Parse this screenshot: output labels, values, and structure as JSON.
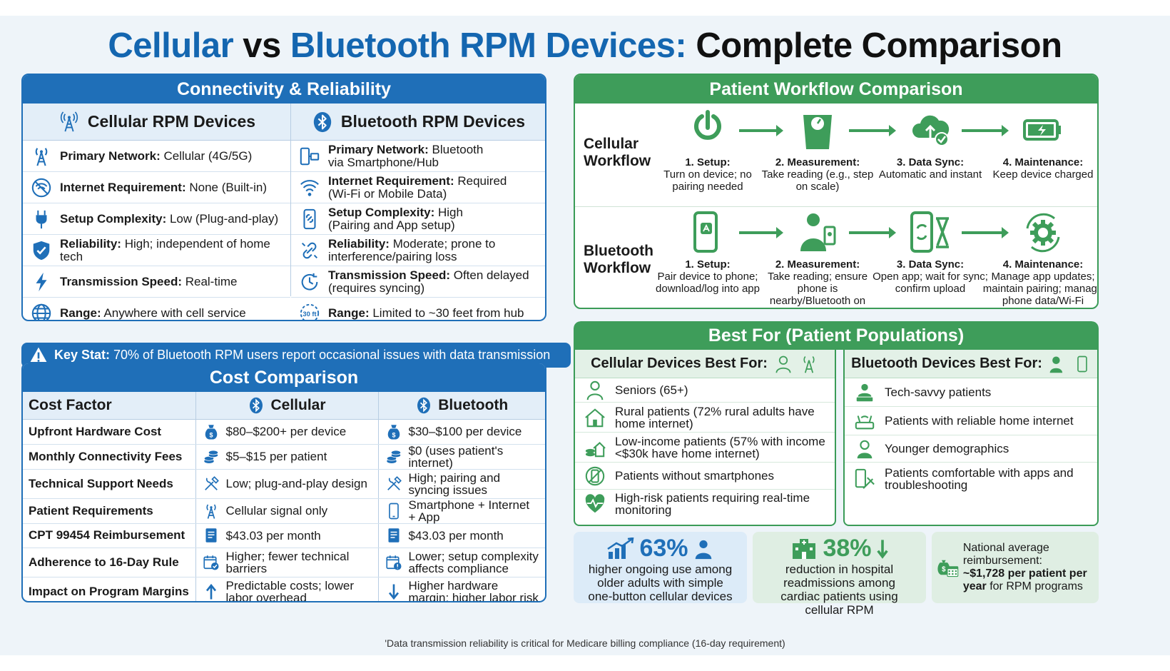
{
  "title": {
    "part1": "Cellular",
    "part2": " vs ",
    "part3": "Bluetooth RPM Devices:",
    "part4": " Complete Comparison"
  },
  "colors": {
    "blue": "#1f6fb8",
    "green": "#3e9d5a",
    "title_blue": "#1466b0"
  },
  "connectivity": {
    "header": "Connectivity & Reliability",
    "cellular_title": "Cellular RPM Devices",
    "bluetooth_title": "Bluetooth RPM Devices",
    "cellular_rows": [
      {
        "icon": "cell-tower-icon",
        "label": "Primary Network:",
        "value": " Cellular (4G/5G)"
      },
      {
        "icon": "no-internet-icon",
        "label": "Internet Requirement:",
        "value": " None (Built-in)"
      },
      {
        "icon": "plug-icon",
        "label": "Setup Complexity:",
        "value": " Low (Plug-and-play)"
      },
      {
        "icon": "shield-check-icon",
        "label": "Reliability:",
        "value": " High; independent of home tech"
      },
      {
        "icon": "lightning-icon",
        "label": "Transmission Speed:",
        "value": " Real-time"
      },
      {
        "icon": "globe-icon",
        "label": "Range:",
        "value": " Anywhere with cell service"
      }
    ],
    "bluetooth_rows": [
      {
        "icon": "phone-hub-icon",
        "label": "Primary Network:",
        "value": " Bluetooth",
        "value2": "via Smartphone/Hub"
      },
      {
        "icon": "wifi-icon",
        "label": "Internet Requirement:",
        "value": " Required",
        "value2": "(Wi-Fi or Mobile Data)"
      },
      {
        "icon": "phone-link-icon",
        "label": "Setup Complexity:",
        "value": " High",
        "value2": "(Pairing and App setup)"
      },
      {
        "icon": "broken-link-icon",
        "label": "Reliability:",
        "value": " Moderate; prone to",
        "value2": "interference/pairing loss"
      },
      {
        "icon": "clock-delay-icon",
        "label": "Transmission Speed:",
        "value": " Often delayed",
        "value2": "(requires syncing)"
      },
      {
        "icon": "range-30ft-icon",
        "label": "Range:",
        "value": " Limited to ~30 feet from hub",
        "value2": ""
      }
    ],
    "range_badge": "30 ft"
  },
  "key_stat": {
    "label": "Key Stat:",
    "text": " 70% of Bluetooth RPM users report occasional issues with data transmission"
  },
  "cost": {
    "header": "Cost Comparison",
    "col_factor": "Cost Factor",
    "col_cellular": "Cellular",
    "col_bluetooth": "Bluetooth",
    "rows": [
      {
        "factor": "Upfront Hardware Cost",
        "cell_icon": "money-bag-icon",
        "cellular": "$80–$200+ per device",
        "bt_icon": "money-bag-icon",
        "bluetooth": "$30–$100 per device",
        "h": 35
      },
      {
        "factor": "Monthly Connectivity Fees",
        "cell_icon": "coins-icon",
        "cellular": "$5–$15 per patient",
        "bt_icon": "coins-icon",
        "bluetooth": "$0 (uses patient's internet)",
        "h": 34
      },
      {
        "factor": "Technical Support Needs",
        "cell_icon": "tools-icon",
        "cellular": "Low; plug-and-play design",
        "bt_icon": "tools-icon",
        "bluetooth": "High; pairing and syncing issues",
        "h": 41
      },
      {
        "factor": "Patient Requirements",
        "cell_icon": "cell-tower-icon",
        "cellular": "Cellular signal only",
        "bt_icon": "smartphone-icon",
        "bluetooth": "Smartphone + Internet + App",
        "h": 34
      },
      {
        "factor": "CPT 99454 Reimbursement",
        "cell_icon": "document-icon",
        "cellular": "$43.03 per month",
        "bt_icon": "document-icon",
        "bluetooth": "$43.03 per month",
        "h": 34
      },
      {
        "factor": "Adherence to 16-Day Rule",
        "cell_icon": "calendar-check-icon",
        "cellular": "Higher; fewer technical barriers",
        "bt_icon": "calendar-alert-icon",
        "bluetooth": "Lower; setup complexity affects compliance",
        "h": 41
      },
      {
        "factor": "Impact on Program Margins",
        "cell_icon": "arrow-up-icon",
        "cellular": "Predictable costs; lower labor overhead",
        "bt_icon": "arrow-down-icon",
        "bluetooth": "Higher hardware margin; higher labor risk",
        "h": 41
      }
    ]
  },
  "workflow": {
    "header": "Patient Workflow Comparison",
    "cellular_label": "Cellular Workflow",
    "bluetooth_label": "Bluetooth Workflow",
    "cellular_steps": [
      {
        "icon": "power-icon",
        "title": "1. Setup:",
        "text": "Turn on device; no pairing needed"
      },
      {
        "icon": "scale-icon",
        "title": "2. Measurement:",
        "text": "Take reading (e.g., step on scale)"
      },
      {
        "icon": "cloud-sync-icon",
        "title": "3. Data Sync:",
        "text": "Automatic and instant"
      },
      {
        "icon": "battery-icon",
        "title": "4. Maintenance:",
        "text": "Keep device charged"
      }
    ],
    "bluetooth_steps": [
      {
        "icon": "phone-app-icon",
        "title": "1. Setup:",
        "text": "Pair device to phone; download/log into app"
      },
      {
        "icon": "person-phone-icon",
        "title": "2. Measurement:",
        "text": "Take reading; ensure phone is nearby/Bluetooth on"
      },
      {
        "icon": "phone-hourglass-icon",
        "title": "3. Data Sync:",
        "text": "Open app; wait for sync; confirm upload"
      },
      {
        "icon": "gear-sync-icon",
        "title": "4. Maintenance:",
        "text": "Manage app updates; maintain pairing; manage phone data/Wi-Fi"
      }
    ]
  },
  "best_for": {
    "header": "Best For (Patient Populations)",
    "cellular_title": "Cellular Devices Best For:",
    "bluetooth_title": "Bluetooth Devices Best For:",
    "cellular_items": [
      {
        "icon": "senior-icon",
        "text": "Seniors (65+)"
      },
      {
        "icon": "rural-house-icon",
        "text": "Rural patients (72% rural adults have home internet)"
      },
      {
        "icon": "low-income-icon",
        "text": "Low-income patients (57% with income <$30k have home internet)"
      },
      {
        "icon": "no-smartphone-icon",
        "text": "Patients without smartphones"
      },
      {
        "icon": "heart-monitor-icon",
        "text": "High-risk patients requiring real-time monitoring"
      }
    ],
    "bluetooth_items": [
      {
        "icon": "tech-user-icon",
        "text": "Tech-savvy patients"
      },
      {
        "icon": "router-icon",
        "text": "Patients with reliable home internet"
      },
      {
        "icon": "young-person-icon",
        "text": "Younger demographics"
      },
      {
        "icon": "phone-tools-icon",
        "text": "Patients comfortable with apps and troubleshooting"
      }
    ]
  },
  "stats": [
    {
      "icon": "chart-up-icon",
      "value": "63%",
      "text": "higher ongoing use among older adults with simple one-button cellular devices"
    },
    {
      "icon": "hospital-icon",
      "value": "38%",
      "text": "reduction in hospital readmissions among cardiac patients using cellular RPM"
    },
    {
      "icon": "money-calendar-icon",
      "pre": "National average reimbursement:",
      "bold": "~$1,728 per patient per year",
      "post": " for RPM programs"
    }
  ],
  "footnote": "'Data transmission reliability is critical for Medicare billing compliance (16-day requirement)"
}
